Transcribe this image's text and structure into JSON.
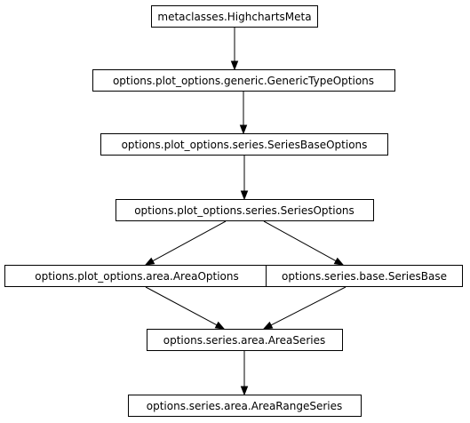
{
  "diagram": {
    "nodes": [
      {
        "id": "highcharts-meta",
        "label": "metaclasses.HighchartsMeta"
      },
      {
        "id": "generic-type-options",
        "label": "options.plot_options.generic.GenericTypeOptions"
      },
      {
        "id": "series-base-options",
        "label": "options.plot_options.series.SeriesBaseOptions"
      },
      {
        "id": "series-options",
        "label": "options.plot_options.series.SeriesOptions"
      },
      {
        "id": "area-options",
        "label": "options.plot_options.area.AreaOptions"
      },
      {
        "id": "series-base",
        "label": "options.series.base.SeriesBase"
      },
      {
        "id": "area-series",
        "label": "options.series.area.AreaSeries"
      },
      {
        "id": "area-range-series",
        "label": "options.series.area.AreaRangeSeries"
      }
    ],
    "edges": [
      {
        "from": "highcharts-meta",
        "to": "generic-type-options"
      },
      {
        "from": "generic-type-options",
        "to": "series-base-options"
      },
      {
        "from": "series-base-options",
        "to": "series-options"
      },
      {
        "from": "series-options",
        "to": "area-options"
      },
      {
        "from": "series-options",
        "to": "series-base"
      },
      {
        "from": "area-options",
        "to": "area-series"
      },
      {
        "from": "series-base",
        "to": "area-series"
      },
      {
        "from": "area-series",
        "to": "area-range-series"
      }
    ]
  }
}
